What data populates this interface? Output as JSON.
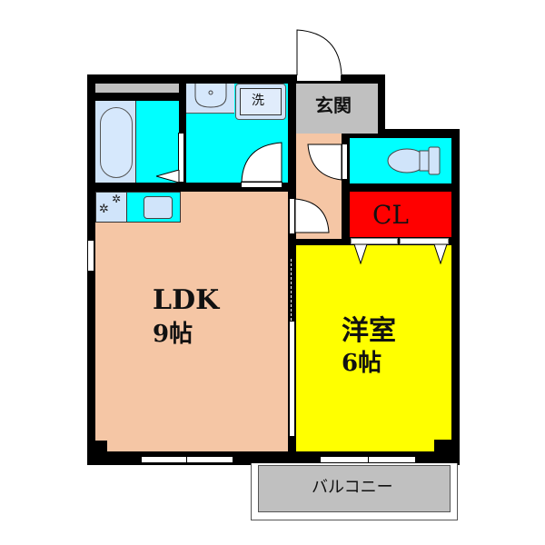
{
  "floorplan": {
    "title": "1LDK floor plan",
    "colors": {
      "wall": "#000000",
      "ldk": "#F5C6A5",
      "bedroom": "#FFFF00",
      "closet": "#FF0000",
      "wet_area": "#00FFFF",
      "entrance": "#C0C0C0",
      "balcony": "#C0C0C0",
      "fixture": "#D0E4FA",
      "hall": "#F5C6A5"
    },
    "rooms": {
      "ldk": {
        "name": "LDK",
        "size": "9帖"
      },
      "bedroom": {
        "name": "洋室",
        "size": "6帖"
      },
      "closet": {
        "name": "CL"
      },
      "entrance": {
        "name": "玄関"
      },
      "balcony": {
        "name": "バルコニー"
      },
      "washer": {
        "name": "洗"
      }
    },
    "icons": [
      "bathtub-icon",
      "sink-icon",
      "washing-machine-icon",
      "toilet-icon",
      "stove-icon",
      "kitchen-sink-icon",
      "door-swing-icon"
    ]
  }
}
